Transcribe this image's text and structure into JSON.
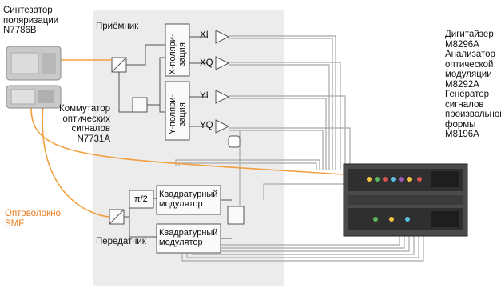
{
  "labels": {
    "synthesizer": [
      "Синтезатор",
      "поляризации",
      "N7786B"
    ],
    "receiver": "Приёмник",
    "x_pol": [
      "X-поляри-",
      "зация"
    ],
    "y_pol": [
      "Y-поляри-",
      "зация"
    ],
    "switch": [
      "Коммутатор",
      "оптических",
      "сигналов",
      "N7731A"
    ],
    "fiber": [
      "Оптоволокно",
      "SMF"
    ],
    "transmitter": "Передатчик",
    "pi2": "π/2",
    "modulator1": [
      "Квадратурный",
      "модулятор"
    ],
    "modulator2": [
      "Квадратурный",
      "модулятор"
    ],
    "right_instruments": [
      "Дигитайзер",
      "M8296A",
      "Анализатор",
      "оптической",
      "модуляции",
      "M8292A",
      "Генератор",
      "сигналов",
      "произвольной",
      "формы",
      "M8196A"
    ]
  },
  "signals": {
    "xi": "XI",
    "xq": "XQ",
    "yi": "YI",
    "yq": "YQ"
  },
  "colors": {
    "panel": "#ececec",
    "fiber": "#f0a040",
    "fiber_label": "#e87d1e",
    "cable": "#9a9a9a"
  }
}
